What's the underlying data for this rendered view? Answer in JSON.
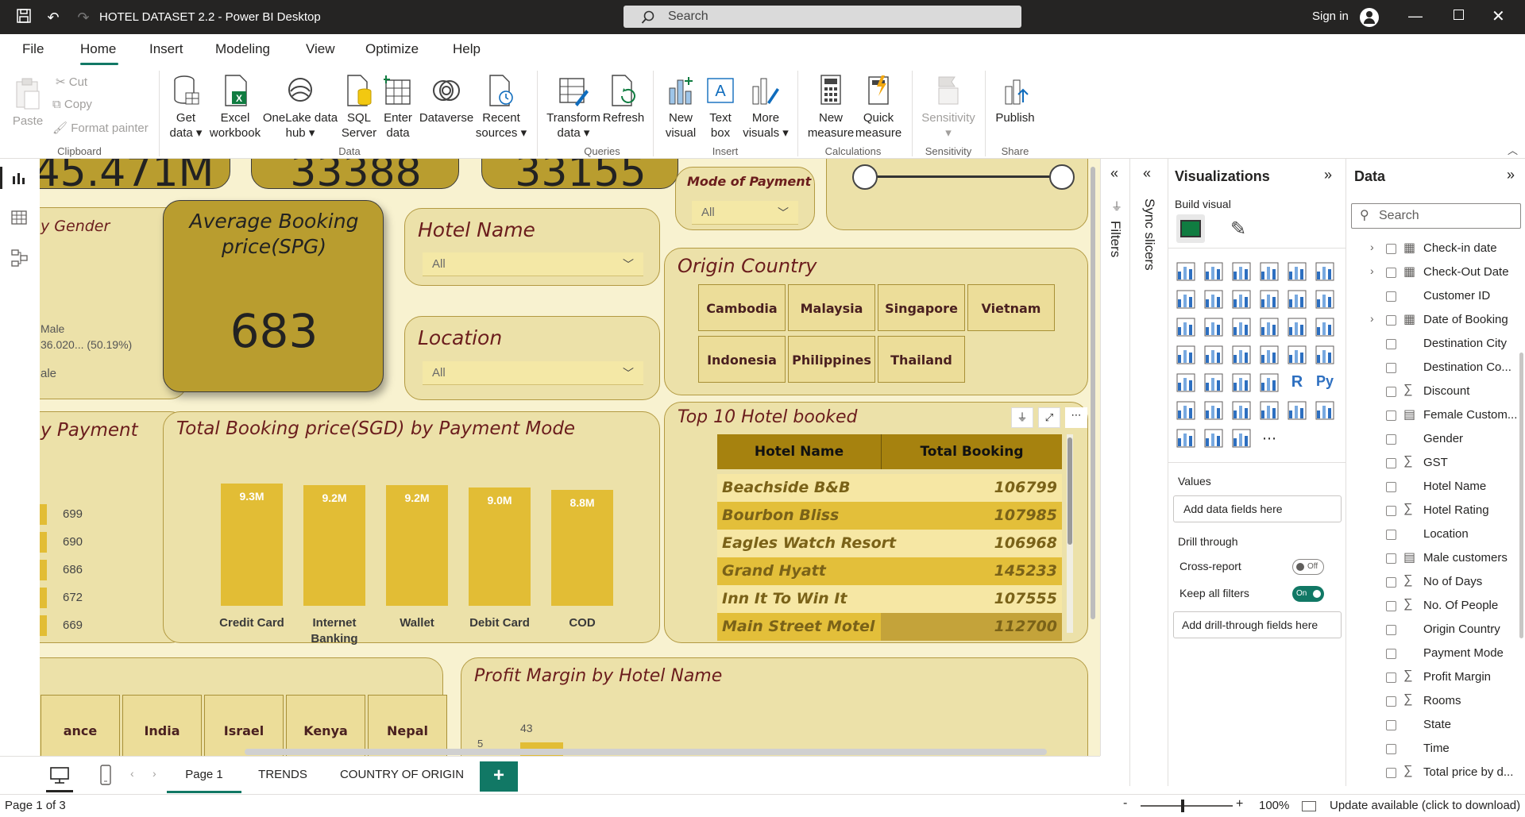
{
  "window": {
    "title": "HOTEL DATASET 2.2 - Power BI Desktop",
    "search_placeholder": "Search",
    "sign_in": "Sign in"
  },
  "menu": [
    "File",
    "Home",
    "Insert",
    "Modeling",
    "View",
    "Optimize",
    "Help"
  ],
  "ribbon": {
    "clipboard": {
      "paste": "Paste",
      "cut": "Cut",
      "copy": "Copy",
      "format_painter": "Format painter",
      "group": "Clipboard"
    },
    "data": {
      "get_data": "Get data",
      "excel": "Excel workbook",
      "onelake": "OneLake data hub",
      "sql": "SQL Server",
      "enter": "Enter data",
      "dataverse": "Dataverse",
      "recent": "Recent sources",
      "group": "Data"
    },
    "queries": {
      "transform": "Transform data",
      "refresh": "Refresh",
      "group": "Queries"
    },
    "insert": {
      "new_visual": "New visual",
      "text_box": "Text box",
      "more_visuals": "More visuals",
      "group": "Insert"
    },
    "calculations": {
      "new_measure": "New measure",
      "quick_measure": "Quick measure",
      "group": "Calculations"
    },
    "sensitivity": {
      "label": "Sensitivity",
      "group": "Sensitivity"
    },
    "share": {
      "publish": "Publish",
      "group": "Share"
    }
  },
  "canvas": {
    "kpi_top": [
      "45.471M",
      "33388",
      "33155"
    ],
    "gender_card": {
      "title": "y Gender",
      "line1": "Male",
      "line2": "36.020... (50.19%)",
      "line3": "ale"
    },
    "avg_price": {
      "title": "Average Booking price(SPG)",
      "value": "683"
    },
    "hotel_name": {
      "title": "Hotel Name",
      "value": "All"
    },
    "location": {
      "title": "Location",
      "value": "All"
    },
    "mode_of_payment": {
      "title": "Mode of Payment",
      "value": "All"
    },
    "origin_country": {
      "title": "Origin Country",
      "tiles": [
        "Cambodia",
        "Malaysia",
        "Singapore",
        "Vietnam",
        "Indonesia",
        "Philippines",
        "Thailand"
      ]
    },
    "payment_left": {
      "title": "y Payment",
      "values": [
        "699",
        "690",
        "686",
        "672",
        "669"
      ]
    },
    "booking_by_mode": {
      "title": "Total Booking price(SGD) by Payment Mode"
    },
    "top10": {
      "title": "Top 10 Hotel booked",
      "col1": "Hotel Name",
      "col2": "Total Booking price(SGD)",
      "rows": [
        [
          "Beachside B&B",
          "106799"
        ],
        [
          "Bourbon Bliss",
          "107985"
        ],
        [
          "Eagles Watch Resort",
          "106968"
        ],
        [
          "Grand Hyatt",
          "145233"
        ],
        [
          "Inn It To Win It",
          "107555"
        ],
        [
          "Main Street Motel",
          "112700"
        ]
      ]
    },
    "country_tiles": [
      "ance",
      "India",
      "Israel",
      "Kenya",
      "Nepal"
    ],
    "profit_margin": {
      "title": "Profit Margin by Hotel Name",
      "data_label": "43",
      "axis_tick": "5"
    }
  },
  "chart_data": {
    "type": "bar",
    "title": "Total Booking price(SGD) by Payment Mode",
    "categories": [
      "Credit Card",
      "Internet Banking",
      "Wallet",
      "Debit Card",
      "COD"
    ],
    "values": [
      9.3,
      9.2,
      9.2,
      9.0,
      8.8
    ],
    "labels": [
      "9.3M",
      "9.2M",
      "9.2M",
      "9.0M",
      "8.8M"
    ],
    "unit": "M"
  },
  "panes": {
    "filters": "Filters",
    "sync": "Sync slicers",
    "viz": {
      "title": "Visualizations",
      "build": "Build visual",
      "values": "Values",
      "add_fields": "Add data fields here",
      "drill": "Drill through",
      "cross": "Cross-report",
      "cross_state": "Off",
      "keep": "Keep all filters",
      "keep_state": "On",
      "add_drill": "Add drill-through fields here"
    },
    "data": {
      "title": "Data",
      "search": "Search",
      "fields": [
        {
          "name": "Check-in date",
          "type": "cal",
          "expand": true
        },
        {
          "name": "Check-Out Date",
          "type": "cal",
          "expand": true
        },
        {
          "name": "Customer ID",
          "type": "",
          "expand": false
        },
        {
          "name": "Date of Booking",
          "type": "cal",
          "expand": true
        },
        {
          "name": "Destination City",
          "type": "",
          "expand": false
        },
        {
          "name": "Destination Co...",
          "type": "",
          "expand": false
        },
        {
          "name": "Discount",
          "type": "sum",
          "expand": false
        },
        {
          "name": "Female Custom...",
          "type": "calc",
          "expand": false
        },
        {
          "name": "Gender",
          "type": "",
          "expand": false
        },
        {
          "name": "GST",
          "type": "sum",
          "expand": false
        },
        {
          "name": "Hotel Name",
          "type": "",
          "expand": false
        },
        {
          "name": "Hotel Rating",
          "type": "sum",
          "expand": false
        },
        {
          "name": "Location",
          "type": "",
          "expand": false
        },
        {
          "name": "Male customers",
          "type": "calc",
          "expand": false
        },
        {
          "name": "No of Days",
          "type": "sum",
          "expand": false
        },
        {
          "name": "No. Of People",
          "type": "sum",
          "expand": false
        },
        {
          "name": "Origin Country",
          "type": "",
          "expand": false
        },
        {
          "name": "Payment Mode",
          "type": "",
          "expand": false
        },
        {
          "name": "Profit Margin",
          "type": "sum",
          "expand": false
        },
        {
          "name": "Rooms",
          "type": "sum",
          "expand": false
        },
        {
          "name": "State",
          "type": "",
          "expand": false
        },
        {
          "name": "Time",
          "type": "",
          "expand": false
        },
        {
          "name": "Total price by d...",
          "type": "sum",
          "expand": false
        }
      ]
    }
  },
  "pages": [
    "Page 1",
    "TRENDS",
    "COUNTRY OF ORIGIN"
  ],
  "status": {
    "page": "Page 1 of 3",
    "zoom": "100%",
    "update": "Update available (click to download)"
  }
}
